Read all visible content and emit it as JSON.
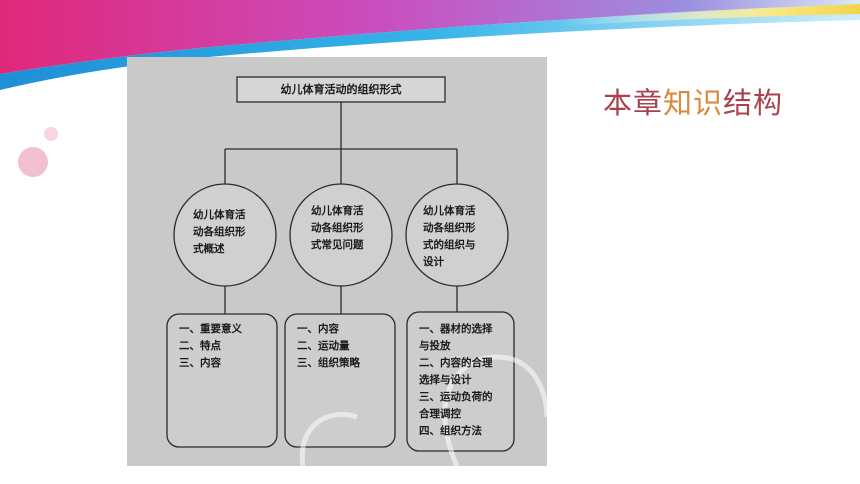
{
  "slide": {
    "title_part1": "本章",
    "title_part2": "知识",
    "title_part3": "结构",
    "colors": {
      "title_main": "#a8424e",
      "title_accent": "#d98a3a",
      "banner_blue": "#29a8e0",
      "banner_magenta": "#e0287a",
      "decor_pink": "#f3bfd3"
    }
  },
  "diagram": {
    "root": "幼儿体育活动的组织形式",
    "branches": [
      {
        "circle_lines": [
          "幼儿体育活",
          "动各组织形",
          "式概述"
        ],
        "items": [
          "一、重要意义",
          "二、特点",
          "三、内容"
        ]
      },
      {
        "circle_lines": [
          "幼儿体育活",
          "动各组织形",
          "式常见问题"
        ],
        "items": [
          "一、内容",
          "二、运动量",
          "三、组织策略"
        ]
      },
      {
        "circle_lines": [
          "幼儿体育活",
          "动各组织形",
          "式的组织与",
          "设计"
        ],
        "items": [
          "一、器材的选择",
          "与投放",
          "二、内容的合理",
          "选择与设计",
          "三、运动负荷的",
          "合理调控",
          "四、组织方法"
        ]
      }
    ]
  }
}
